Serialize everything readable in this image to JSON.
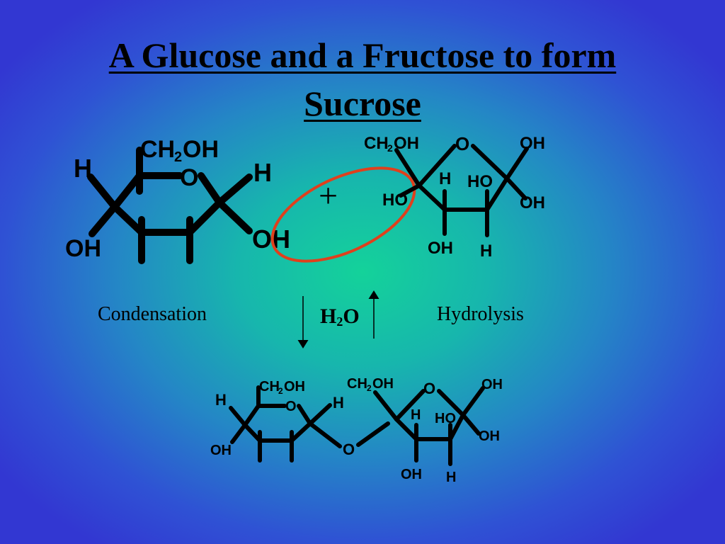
{
  "slide": {
    "title_line1": "A Glucose and a Fructose to form",
    "title_line2": "Sucrose"
  },
  "reaction": {
    "plus_sign": "+",
    "forward_label": "Condensation",
    "reverse_label": "Hydrolysis",
    "water_main": "H",
    "water_sub": "2",
    "water_tail": "O"
  },
  "atoms": {
    "ch2oh_c": "CH",
    "ch2oh_sub": "2",
    "ch2oh_tail": "OH",
    "h": "H",
    "o": "O",
    "oh": "OH",
    "ho": "HO"
  },
  "colors": {
    "highlight_ellipse": "#e0401c",
    "bonds": "#000000"
  }
}
